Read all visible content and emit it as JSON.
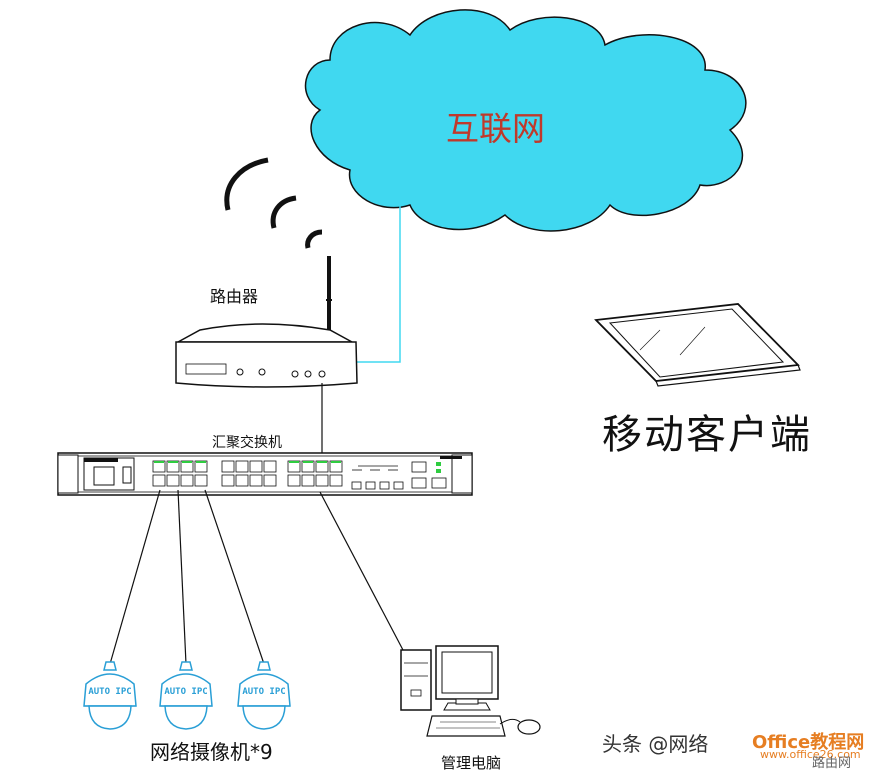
{
  "cloud": {
    "label": "互联网",
    "fill_color": "#40d8f0",
    "label_color": "#c0392b"
  },
  "router": {
    "label": "路由器"
  },
  "switch": {
    "label": "汇聚交换机"
  },
  "mobile": {
    "label": "移动客户端"
  },
  "cameras": {
    "label": "网络摄像机*9",
    "badge_text": "AUTO IPC",
    "count_drawn": 3,
    "color": "#2a9fd6"
  },
  "pc": {
    "label": "管理电脑"
  },
  "watermark": {
    "text": "头条 @网络",
    "logo_text": "Office教程网",
    "url_text": "www.office26.com",
    "site_text": "路由网"
  },
  "link_color": "#40d8f0"
}
